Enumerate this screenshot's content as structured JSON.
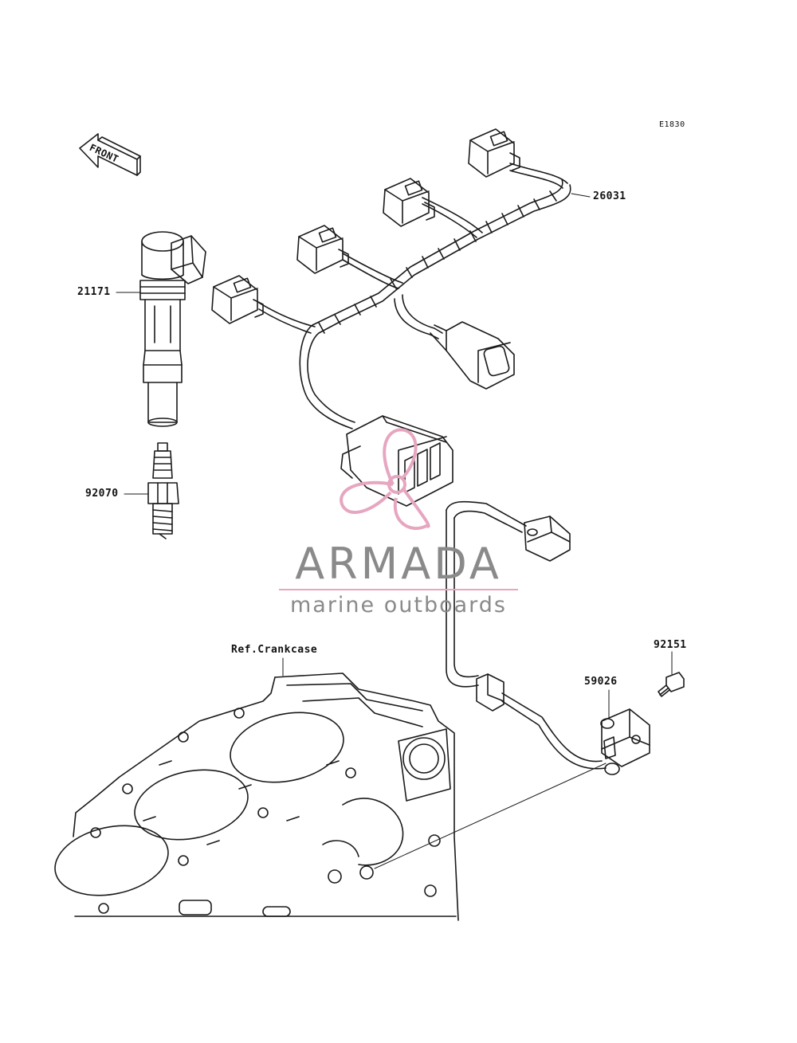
{
  "diagram_code": "E1830",
  "front_label": "FRONT",
  "callouts": {
    "harness": "26031",
    "coil": "21171",
    "plug": "92070",
    "bolt": "92151",
    "sensor": "59026",
    "crankcase": "Ref.Crankcase"
  },
  "watermark": {
    "brand": "ARMADA",
    "tagline": "marine outboards"
  },
  "colors": {
    "line": "#1a1a1a",
    "watermark_text": "#8a8a8a",
    "watermark_logo": "#e7a6c0"
  }
}
